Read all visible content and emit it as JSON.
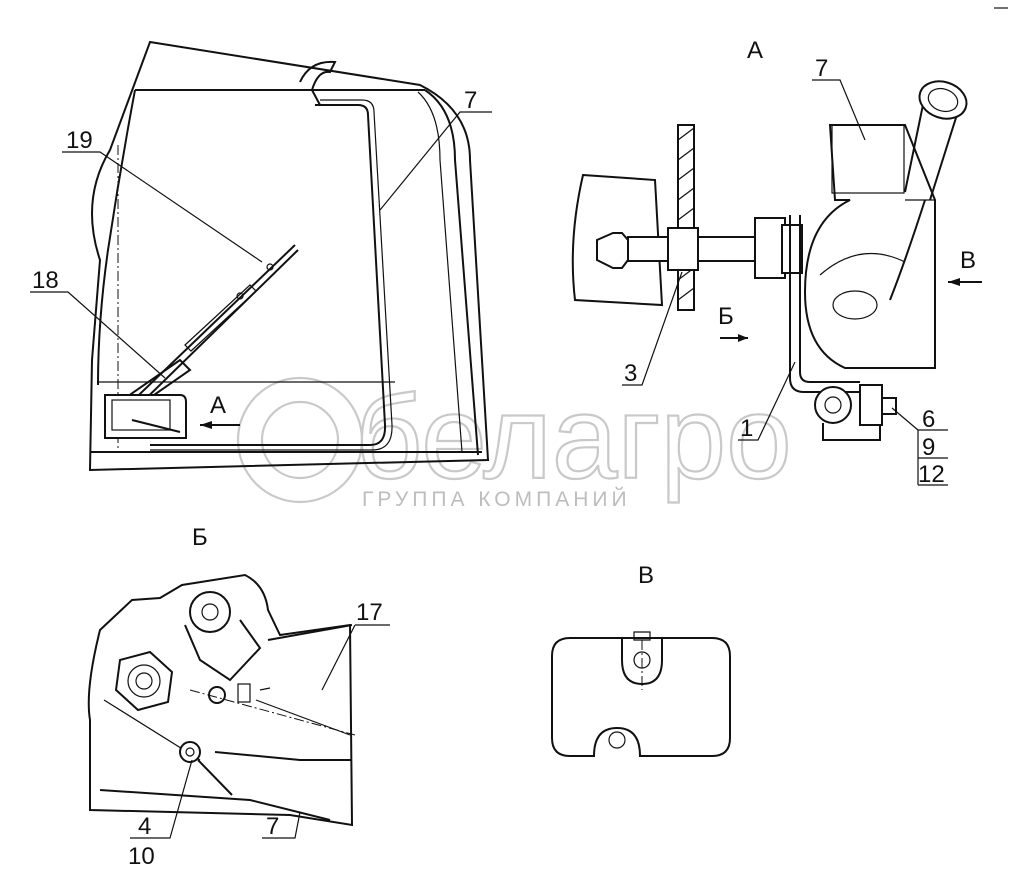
{
  "watermark": {
    "brand": "белагро",
    "subtitle": "ГРУППА КОМПАНИЙ"
  },
  "views": {
    "a_title": "А",
    "b_title": "Б",
    "v_title": "В"
  },
  "arrows": {
    "a": "А",
    "b": "Б",
    "v": "В"
  },
  "callouts": {
    "c19": "19",
    "c18": "18",
    "c7_main": "7",
    "c7_a": "7",
    "c3": "3",
    "c1": "1",
    "c6": "6",
    "c9": "9",
    "c12": "12",
    "c17": "17",
    "c4": "4",
    "c10": "10",
    "c7_b": "7"
  }
}
